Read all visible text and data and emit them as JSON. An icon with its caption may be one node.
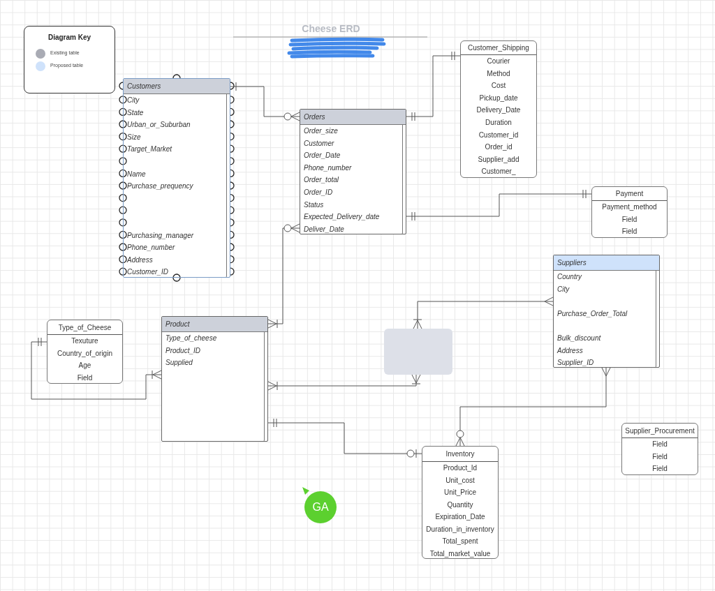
{
  "diagram": {
    "title": "Cheese ERD",
    "nodes": [
      {
        "text": [
          "Diagram Key"
        ]
      },
      {
        "text": [
          "Customers",
          "City",
          "State",
          "Urban_or_Suburban",
          "Size",
          "Target_Market",
          "Name",
          "Purchase_prequency",
          "Purchasing_manager",
          "Phone_number",
          "Address",
          "Customer_ID"
        ]
      },
      {
        "text": [
          "Customer_Shipping",
          "Courier",
          "Method",
          "Cost",
          "Pickup_date",
          "Delivery_Date",
          "Duration",
          "Customer_id",
          "Order_id",
          "Supplier_add",
          "Customer_"
        ]
      },
      {
        "text": [
          "Orders",
          "Order_size",
          "Customer",
          "Order_Date",
          "Phone_number",
          "Order_total",
          "Order_ID",
          "Status",
          "Expected_Delivery_date",
          "Deliver_Date"
        ]
      },
      {
        "text": [
          "Payment",
          "Payment_method",
          "Field",
          "Field"
        ]
      },
      {
        "text": [
          "Suppliers",
          "Country",
          "City",
          "Purchase_Order_Total",
          "Bulk_discount",
          "Address",
          "Supplier_ID"
        ]
      },
      {
        "text": [
          "Type_of_Cheese",
          "Texuture",
          "Country_of_origin",
          "Age",
          "Field"
        ]
      },
      {
        "text": [
          "Product",
          "Type_of_cheese",
          "Product_ID",
          "Supplied"
        ]
      },
      {
        "text": [],
        "shape": "box"
      },
      {
        "text": [
          "Supplier_Procurement",
          "Field",
          "Field",
          "Field"
        ]
      },
      {
        "text": [
          "Inventory",
          "Product_Id",
          "Unit_cost",
          "Unit_Price",
          "Quantity",
          "Expiration_Date",
          "Duration_in_inventory",
          "Total_spent",
          "Total_market_value"
        ]
      }
    ],
    "edges": [
      {
        "from": 1,
        "to": 3,
        "arrow": "other"
      },
      {
        "from": 3,
        "to": 2,
        "arrow": "other"
      },
      {
        "from": 3,
        "to": 4,
        "arrow": "other"
      },
      {
        "from": 3,
        "to": 7,
        "arrow": "other"
      },
      {
        "from": 6,
        "to": 7,
        "arrow": "other"
      },
      {
        "from": 7,
        "to": 8,
        "arrow": "other"
      },
      {
        "from": 8,
        "to": 5,
        "arrow": "other"
      },
      {
        "from": 7,
        "to": 10,
        "arrow": "other"
      },
      {
        "from": 5,
        "to": 10,
        "arrow": "other"
      }
    ],
    "labels": [
      "GA"
    ],
    "legend": [
      {
        "text": "Existing table",
        "color": "#a9abb4"
      },
      {
        "text": "Proposed table",
        "color": "#cfe2fb"
      }
    ]
  }
}
